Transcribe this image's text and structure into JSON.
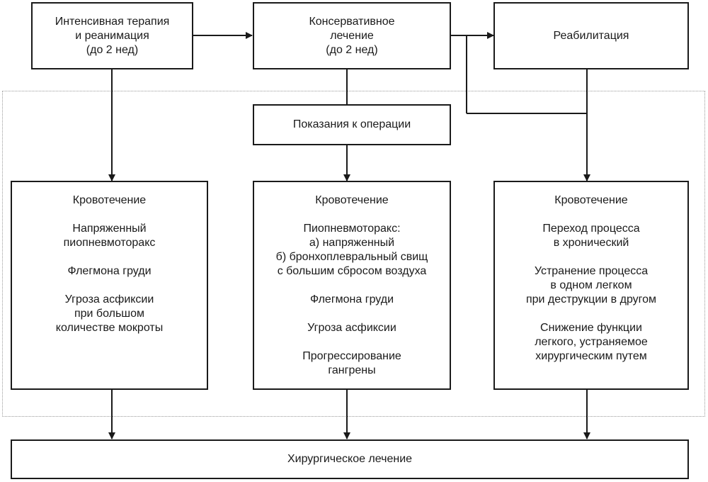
{
  "top_row": [
    {
      "lines": [
        "Интенсивная терапия",
        "и реанимация",
        "(до 2 нед)"
      ]
    },
    {
      "lines": [
        "Консервативное",
        "лечение",
        "(до 2 нед)"
      ]
    },
    {
      "lines": [
        "Реабилитация"
      ]
    }
  ],
  "indications": {
    "label": "Показания к операции"
  },
  "columns": [
    {
      "items": [
        [
          "Кровотечение"
        ],
        [
          "Напряженный",
          "пиопневмоторакс"
        ],
        [
          "Флегмона груди"
        ],
        [
          "Угроза асфиксии",
          "при большом",
          "количестве мокроты"
        ]
      ]
    },
    {
      "items": [
        [
          "Кровотечение"
        ],
        [
          "Пиопневмоторакс:",
          "а) напряженный",
          "б) бронхоплевральный свищ",
          "с большим сбросом воздуха"
        ],
        [
          "Флегмона груди"
        ],
        [
          "Угроза асфиксии"
        ],
        [
          "Прогрессирование",
          "гангрены"
        ]
      ]
    },
    {
      "items": [
        [
          "Кровотечение"
        ],
        [
          "Переход процесса",
          "в хронический"
        ],
        [
          "Устранение процесса",
          "в одном легком",
          "при деструкции в другом"
        ],
        [
          "Снижение функции",
          "легкого, устраняемое",
          "хирургическим путем"
        ]
      ]
    }
  ],
  "bottom": {
    "label": "Хирургическое лечение"
  }
}
